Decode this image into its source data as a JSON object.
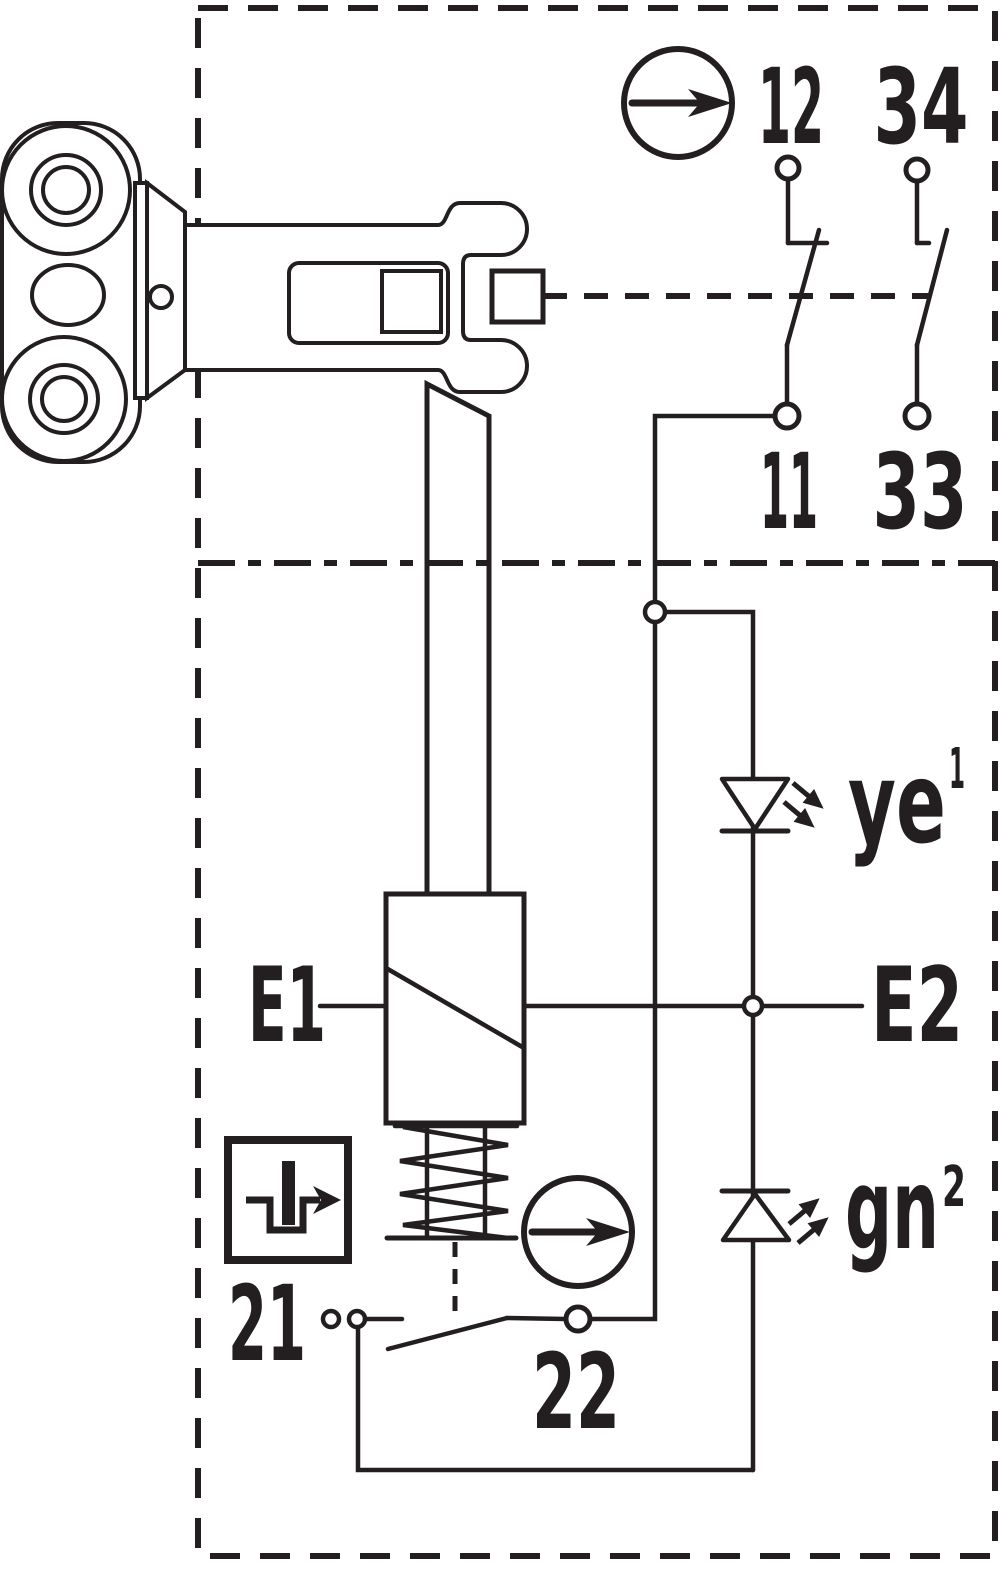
{
  "diagram": {
    "title": "safety-switch-contact-wiring-diagram",
    "ink_color": "#231f20",
    "background_color": "#ffffff",
    "contacts": {
      "nc_main": {
        "top_terminal": "12",
        "bottom_terminal": "11"
      },
      "no_aux": {
        "top_terminal": "34",
        "bottom_terminal": "33"
      },
      "nc_aux": {
        "left_terminal": "21",
        "right_terminal": "22"
      }
    },
    "solenoid": {
      "left_terminal": "E1",
      "right_terminal": "E2"
    },
    "leds": [
      {
        "label": "ye",
        "superscript": "1"
      },
      {
        "label": "gn",
        "superscript": "2"
      }
    ],
    "icons": {
      "positive_opening_top": "circle-right-arrow",
      "positive_opening_bottom": "circle-right-arrow",
      "reset_plunger": "square-step-right-arrow",
      "led_emission_ye": "two-arrows-down-right",
      "led_emission_gn": "two-arrows-up-right"
    }
  }
}
